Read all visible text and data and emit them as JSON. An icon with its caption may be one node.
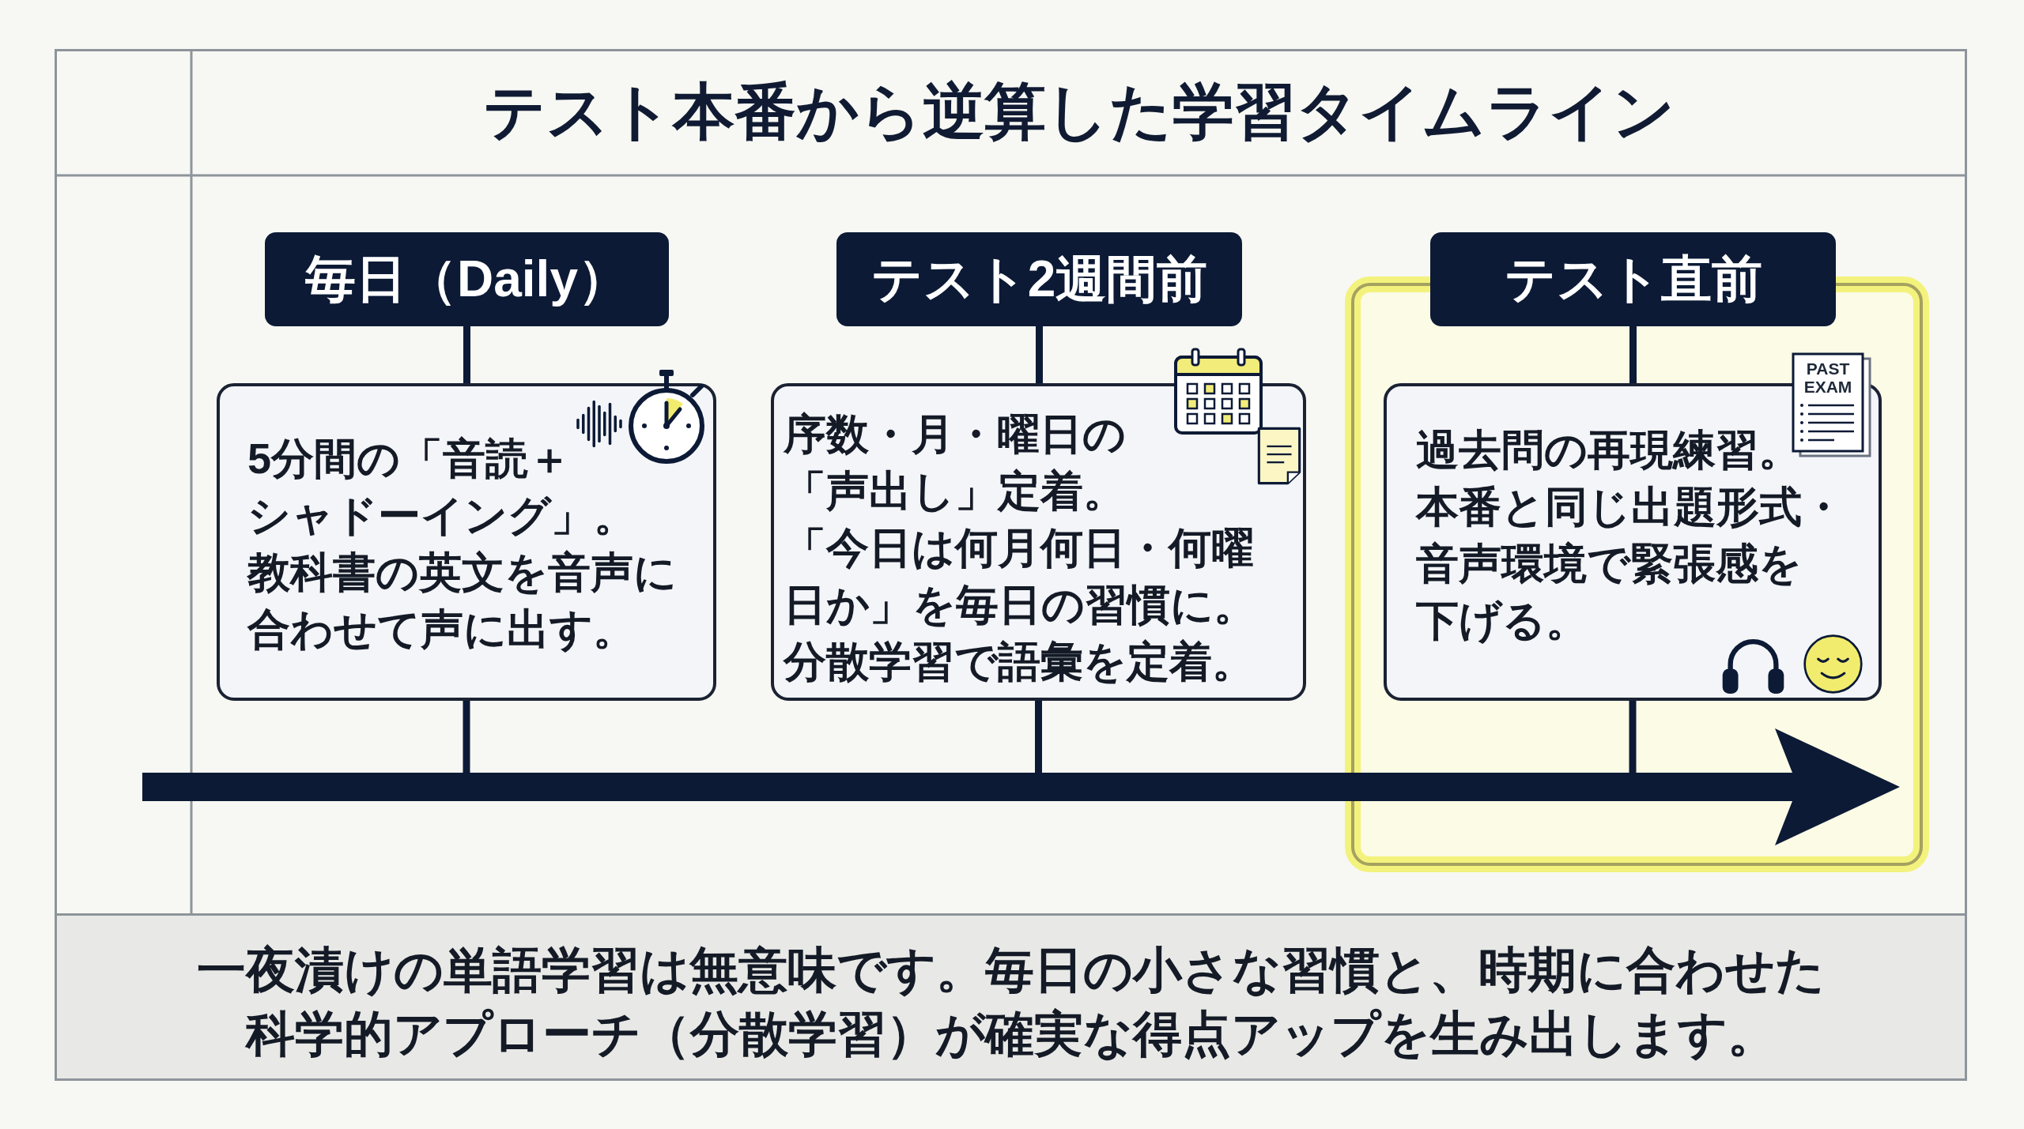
{
  "diagram": {
    "title": "テスト本番から逆算した学習タイムライン",
    "caption": "一夜漬けの単語学習は無意味です。毎日の小さな習慣と、時期に合わせた科学的アプローチ（分散学習）が確実な得点アップを生み出します。",
    "nodes": [
      {
        "text": [
          "毎日（Daily）"
        ]
      },
      {
        "text": [
          "5分間の「音読＋シャドーイング」。教科書の英文を音声に合わせて声に出す。"
        ]
      },
      {
        "text": [
          "テスト2週間前"
        ]
      },
      {
        "text": [
          "序数・月・曜日の「声出し」定着。「今日は何月何日・何曜日か」を毎日の習慣に。分散学習で語彙を定着。"
        ]
      },
      {
        "text": [
          "テスト直前"
        ]
      },
      {
        "text": [
          "過去問の再現練習。本番と同じ出題形式・音声環境で緊張感を下げる。"
        ]
      }
    ],
    "edges": [
      {
        "from": 0,
        "to": 1,
        "arrow": "none"
      },
      {
        "from": 1,
        "to": null,
        "arrow": "none"
      },
      {
        "from": 2,
        "to": 3,
        "arrow": "none"
      },
      {
        "from": 3,
        "to": null,
        "arrow": "none"
      },
      {
        "from": 4,
        "to": 5,
        "arrow": "none"
      },
      {
        "from": 5,
        "to": null,
        "arrow": "none"
      }
    ],
    "labels": [
      "PAST EXAM"
    ]
  }
}
